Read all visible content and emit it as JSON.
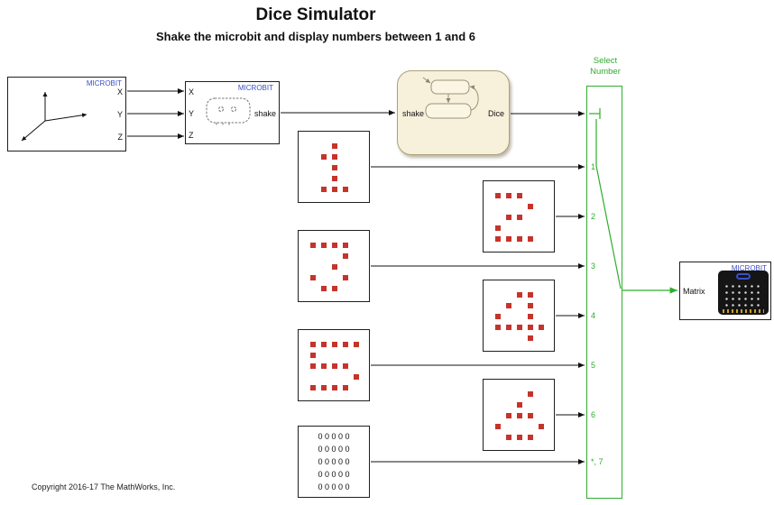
{
  "header": {
    "title": "Dice Simulator",
    "subtitle": "Shake the microbit and display numbers between 1 and 6"
  },
  "footer": {
    "copyright": "Copyright 2016-17 The MathWorks, Inc."
  },
  "colors": {
    "signal_green": "#2EAD2E",
    "brand_blue": "#3A4FC8",
    "dice_red": "#C5342B",
    "chart_fill": "#F7F0DB"
  },
  "accelerometer_block": {
    "brand": "MICROBIT",
    "outputs": [
      "X",
      "Y",
      "Z"
    ]
  },
  "microbit_shake_block": {
    "brand": "MICROBIT",
    "inputs": [
      "X",
      "Y",
      "Z"
    ],
    "output": "shake"
  },
  "chart_block": {
    "input": "shake",
    "output": "Dice"
  },
  "selector": {
    "label": [
      "Select",
      "Number"
    ],
    "port_labels": [
      "1",
      "2",
      "3",
      "4",
      "5",
      "6",
      "*, 7"
    ]
  },
  "matrix_block": {
    "brand": "MICROBIT",
    "input": "Matrix"
  },
  "dice_patterns": {
    "d1": [
      "00100",
      "01100",
      "00100",
      "00100",
      "01110"
    ],
    "d2": [
      "11100",
      "00010",
      "01100",
      "10000",
      "11110"
    ],
    "d3": [
      "11110",
      "00010",
      "00100",
      "10010",
      "01100"
    ],
    "d4": [
      "00110",
      "01010",
      "10010",
      "11111",
      "00010"
    ],
    "d5": [
      "11111",
      "10000",
      "11110",
      "00001",
      "11110"
    ],
    "d6": [
      "00010",
      "00100",
      "01110",
      "10001",
      "01110"
    ]
  },
  "zeros_block": {
    "rows": [
      "0 0 0 0 0",
      "0 0 0 0 0",
      "0 0 0 0 0",
      "0 0 0 0 0",
      "0 0 0 0 0"
    ]
  }
}
